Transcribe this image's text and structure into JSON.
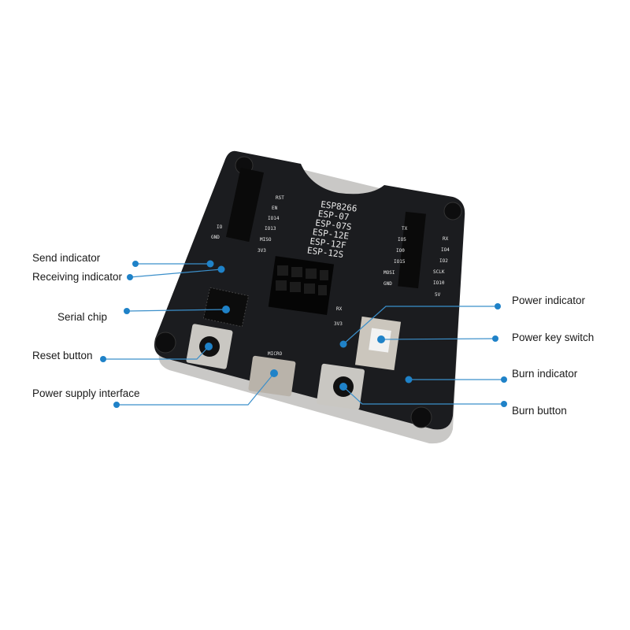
{
  "colors": {
    "callout": "#1f82c8",
    "board": "#1b1c1f",
    "background": "#ffffff"
  },
  "callouts": {
    "left": [
      {
        "id": "send-indicator",
        "label": "Send indicator"
      },
      {
        "id": "receiving-indicator",
        "label": "Receiving indicator"
      },
      {
        "id": "serial-chip",
        "label": "Serial chip"
      },
      {
        "id": "reset-button",
        "label": "Reset button"
      },
      {
        "id": "power-supply-interface",
        "label": "Power supply interface"
      }
    ],
    "right": [
      {
        "id": "power-indicator",
        "label": "Power indicator"
      },
      {
        "id": "power-key-switch",
        "label": "Power key switch"
      },
      {
        "id": "burn-indicator",
        "label": "Burn indicator"
      },
      {
        "id": "burn-button",
        "label": "Burn button"
      }
    ]
  },
  "board": {
    "module_text": [
      "ESP8266",
      "ESP-07",
      "ESP-07S",
      "ESP-12E",
      "ESP-12F",
      "ESP-12S"
    ],
    "left_pins": [
      "RST",
      "EN",
      "IO14",
      "IO13",
      "MISO",
      "3V3"
    ],
    "left_outer_pins": [
      "IO",
      "GND"
    ],
    "right_pins": [
      "TX",
      "IO5",
      "IO0",
      "IO15",
      "MOSI",
      "GND"
    ],
    "right_outer_pins": [
      "RX",
      "IO4",
      "IO2",
      "SCLK",
      "IO10",
      "5V"
    ],
    "usb_text": "MICRO",
    "socket_pins": [
      "RX",
      "3V3"
    ]
  }
}
